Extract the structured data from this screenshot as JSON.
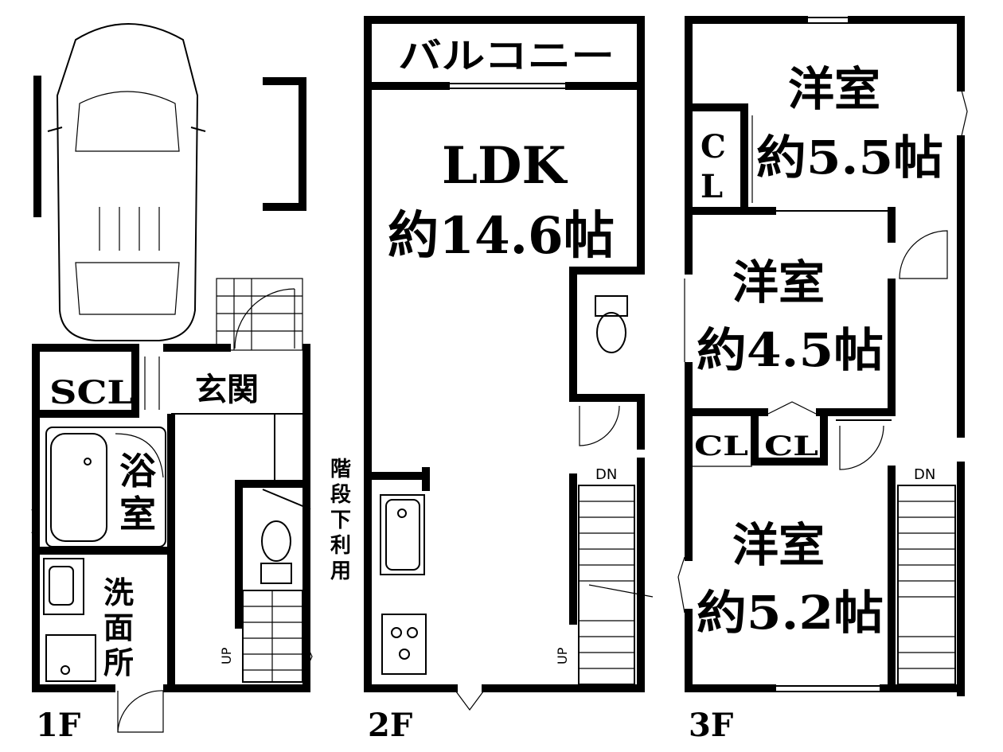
{
  "floors": {
    "f1": {
      "label": "1F",
      "rooms": {
        "scl": "SCL",
        "entrance": "玄関",
        "bath": [
          "浴",
          "室"
        ],
        "washroom": [
          "洗",
          "面",
          "所"
        ],
        "under_stairs": [
          "階",
          "段",
          "下",
          "利",
          "用"
        ]
      },
      "stairs_up": "UP"
    },
    "f2": {
      "label": "2F",
      "rooms": {
        "balcony": "バルコニー",
        "ldk_name": "LDK",
        "ldk_size": "約14.6帖"
      },
      "stairs_up": "UP",
      "stairs_down": "DN"
    },
    "f3": {
      "label": "3F",
      "rooms": {
        "room_a_name": "洋室",
        "room_a_size": "約5.5帖",
        "room_b_name": "洋室",
        "room_b_size": "約4.5帖",
        "room_c_name": "洋室",
        "room_c_size": "約5.2帖",
        "closet_a": [
          "C",
          "L"
        ],
        "closet_b": "CL",
        "closet_c": "CL"
      },
      "stairs_down": "DN"
    }
  }
}
